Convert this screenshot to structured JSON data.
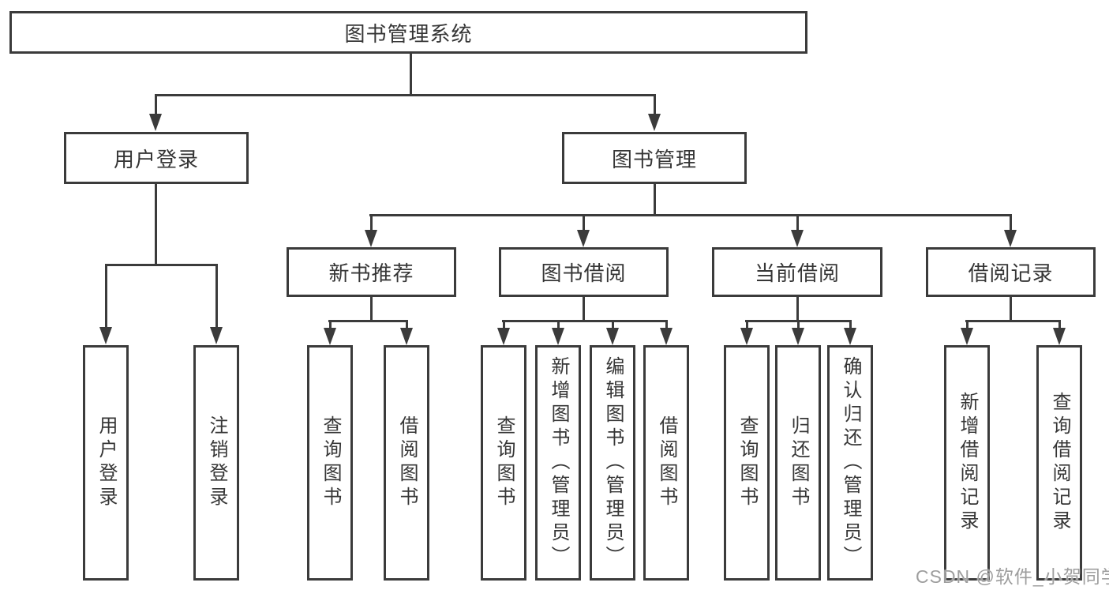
{
  "diagram": {
    "root": "图书管理系统",
    "user_login": "用户登录",
    "book_mgmt": "图书管理",
    "l3": [
      "新书推荐",
      "图书借阅",
      "当前借阅",
      "借阅记录"
    ],
    "leaves_user": [
      "用户登录",
      "注销登录"
    ],
    "leaves_newbook": [
      "查询图书",
      "借阅图书"
    ],
    "leaves_borrow": [
      "查询图书",
      "新增图书（管理员）",
      "编辑图书（管理员）",
      "借阅图书"
    ],
    "leaves_current": [
      "查询图书",
      "归还图书",
      "确认归还（管理员）"
    ],
    "leaves_records": [
      "新增借阅记录",
      "查询借阅记录"
    ]
  },
  "watermark": "CSDN @软件_小贺同学",
  "colors": {
    "line": "#3b3b3b",
    "text": "#363636",
    "watermark": "#9e9e9e",
    "background": "#ffffff"
  }
}
